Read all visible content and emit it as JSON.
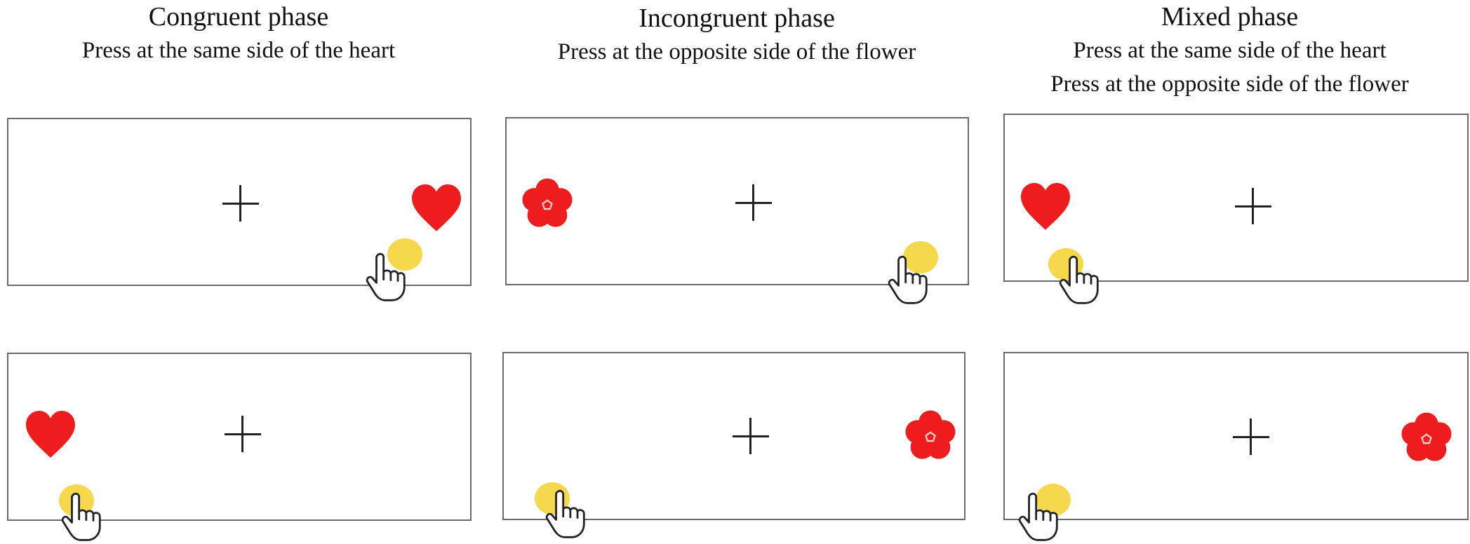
{
  "columns": [
    {
      "title": "Congruent phase",
      "instructions": [
        "Press at the same side of the heart"
      ],
      "trials": [
        {
          "stimulus": "heart-icon",
          "stimulus_side": "right",
          "touch_side": "right"
        },
        {
          "stimulus": "heart-icon",
          "stimulus_side": "left",
          "touch_side": "left"
        }
      ]
    },
    {
      "title": "Incongruent phase",
      "instructions": [
        "Press at the opposite side of the flower"
      ],
      "trials": [
        {
          "stimulus": "flower-icon",
          "stimulus_side": "left",
          "touch_side": "right"
        },
        {
          "stimulus": "flower-icon",
          "stimulus_side": "right",
          "touch_side": "left"
        }
      ]
    },
    {
      "title": "Mixed phase",
      "instructions": [
        "Press at the same side of the heart",
        "Press at the opposite side of the flower"
      ],
      "trials": [
        {
          "stimulus": "heart-icon",
          "stimulus_side": "left",
          "touch_side": "left"
        },
        {
          "stimulus": "flower-icon",
          "stimulus_side": "right",
          "touch_side": "left"
        }
      ]
    }
  ],
  "colors": {
    "stimulus_red": "#ee1c1c",
    "touch_yellow": "#f5d84c",
    "frame_gray": "#6b6b6b",
    "fixation": "#222222"
  }
}
